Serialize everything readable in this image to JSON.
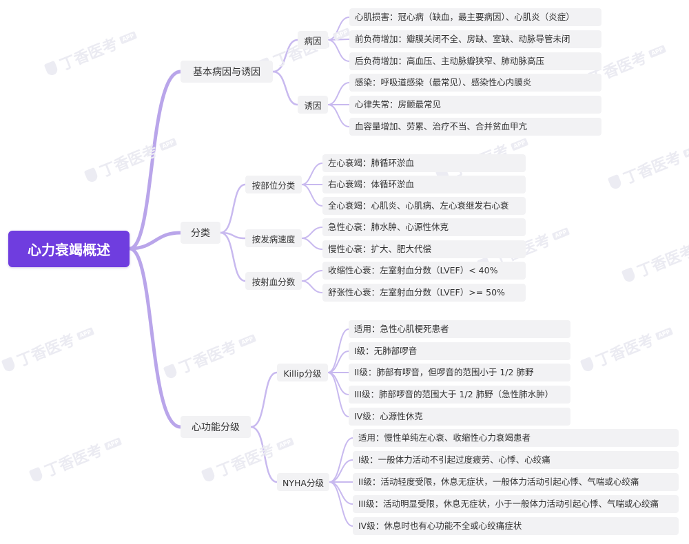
{
  "watermark": {
    "text": "丁香医考",
    "badge": "APP"
  },
  "root": {
    "label": "心力衰竭概述"
  },
  "branches": {
    "causes": {
      "label": "基本病因与诱因",
      "etiology": {
        "label": "病因",
        "items": [
          "心肌损害：冠心病（缺血，最主要病因）、心肌炎（炎症）",
          "前负荷增加：瓣膜关闭不全、房缺、室缺、动脉导管未闭",
          "后负荷增加：高血压、主动脉瓣狭窄、肺动脉高压"
        ]
      },
      "triggers": {
        "label": "诱因",
        "items": [
          "感染：呼吸道感染（最常见）、感染性心内膜炎",
          "心律失常：房颤最常见",
          "血容量增加、劳累、治疗不当、合并贫血甲亢"
        ]
      }
    },
    "classification": {
      "label": "分类",
      "by_site": {
        "label": "按部位分类",
        "items": [
          "左心衰竭：肺循环淤血",
          "右心衰竭：体循环淤血",
          "全心衰竭：心肌炎、心肌病、左心衰继发右心衰"
        ]
      },
      "by_speed": {
        "label": "按发病速度",
        "items": [
          "急性心衰：肺水肿、心源性休克",
          "慢性心衰：扩大、肥大代偿"
        ]
      },
      "by_ef": {
        "label": "按射血分数",
        "items": [
          "收缩性心衰：左室射血分数（LVEF）< 40%",
          "舒张性心衰：左室射血分数（LVEF）>= 50%"
        ]
      }
    },
    "function": {
      "label": "心功能分级",
      "killip": {
        "label": "Killip分级",
        "items": [
          "适用：急性心肌梗死患者",
          "I级：无肺部啰音",
          "II级：肺部有啰音，但啰音的范围小于 1/2 肺野",
          "III级：肺部啰音的范围大于 1/2 肺野（急性肺水肿）",
          "IV级：心源性休克"
        ]
      },
      "nyha": {
        "label": "NYHA分级",
        "items": [
          "适用：慢性单纯左心衰、收缩性心力衰竭患者",
          "I级：一般体力活动不引起过度疲劳、心悸、心绞痛",
          "II级：活动轻度受限，休息无症状，一般体力活动引起心悸、气喘或心绞痛",
          "III级：活动明显受限，休息无症状，小于一般体力活动引起心悸、气喘或心绞痛",
          "IV级：休息时也有心功能不全或心绞痛症状"
        ]
      }
    }
  },
  "colors": {
    "root": "#6f3ddf",
    "root_link": "#b9a5ea",
    "link": "#c8b9ef",
    "node_bg": "#f2f2f4"
  }
}
